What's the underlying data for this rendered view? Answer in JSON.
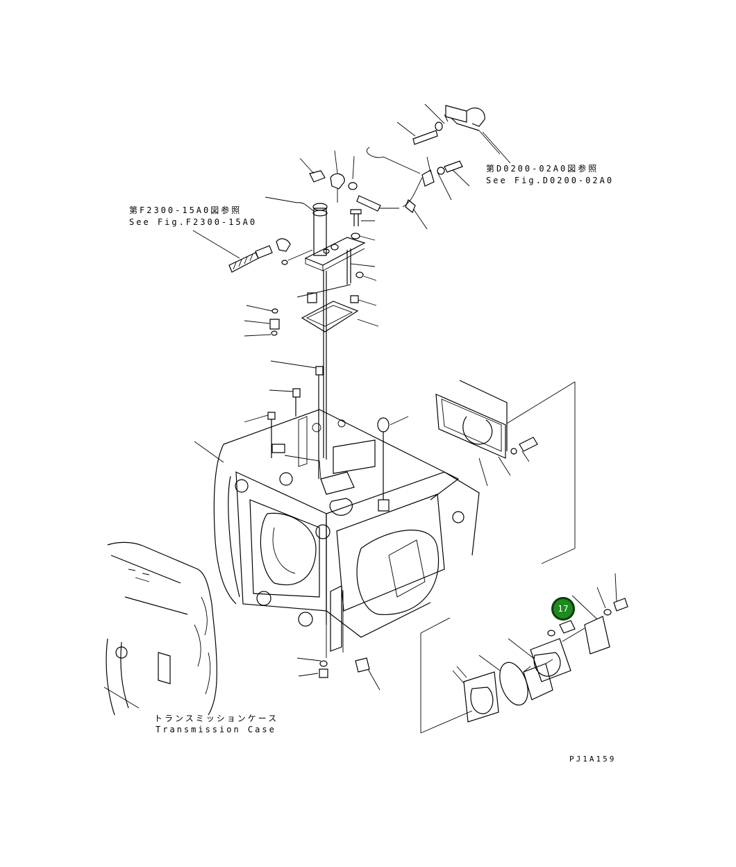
{
  "ref_d0200_jp": "第D0200-02A0図参照",
  "ref_d0200_en": "See Fig.D0200-02A0",
  "ref_f2300_jp": "第F2300-15A0図参照",
  "ref_f2300_en": "See Fig.F2300-15A0",
  "case_jp": "トランスミッションケース",
  "case_en": "Transmission Case",
  "drawing_code": "PJ1A159",
  "callout": {
    "number": "17",
    "color": "#1f8a1f"
  }
}
